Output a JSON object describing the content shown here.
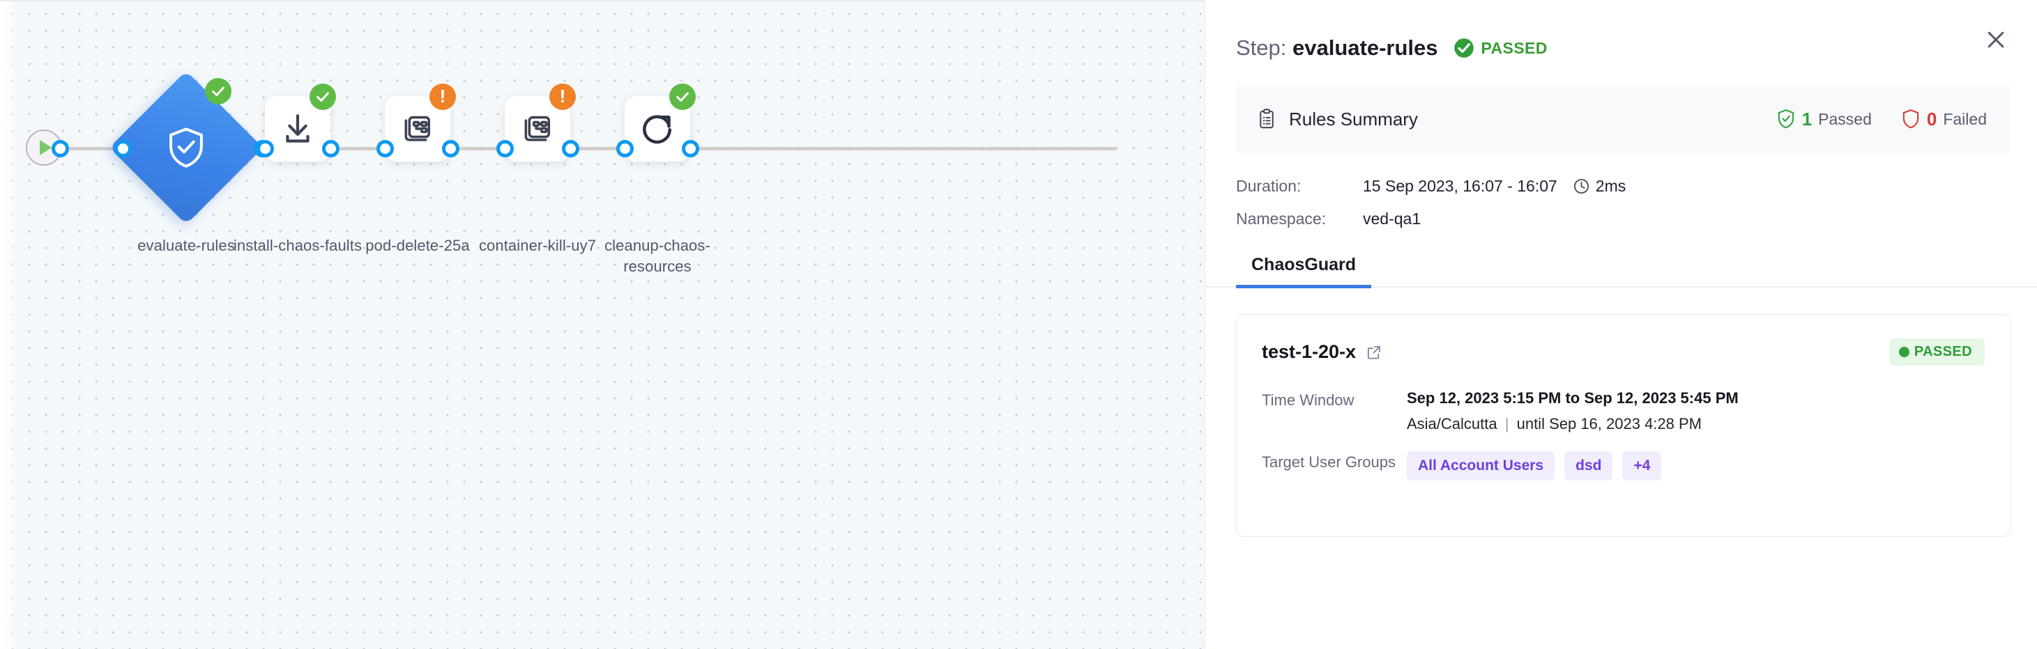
{
  "pipeline": {
    "start_node": {
      "name": "start",
      "icon": "play-icon"
    },
    "nodes": [
      {
        "label": "evaluate-rules",
        "type": "diamond",
        "icon": "shield-check-icon",
        "status": "success"
      },
      {
        "label": "install-chaos-faults",
        "type": "card",
        "icon": "download-icon",
        "status": "success"
      },
      {
        "label": "pod-delete-25a",
        "type": "card",
        "icon": "chaos-fault-icon",
        "status": "warning"
      },
      {
        "label": "container-kill-uy7",
        "type": "card",
        "icon": "chaos-fault-icon",
        "status": "warning"
      },
      {
        "label": "cleanup-chaos-resources",
        "type": "card",
        "icon": "refresh-icon",
        "status": "success"
      }
    ]
  },
  "panel": {
    "title_prefix": "Step:",
    "step_name": "evaluate-rules",
    "status_label": "PASSED",
    "status_icon": "check-circle-icon",
    "close_icon": "close-icon",
    "rules_summary": {
      "icon": "clipboard-icon",
      "label": "Rules Summary",
      "passed_count": "1",
      "passed_label": "Passed",
      "passed_icon": "shield-check-icon",
      "failed_count": "0",
      "failed_label": "Failed",
      "failed_icon": "shield-outline-icon"
    },
    "meta": {
      "duration_key": "Duration:",
      "duration_value": "15 Sep 2023, 16:07 - 16:07",
      "duration_icon": "clock-icon",
      "duration_elapsed": "2ms",
      "namespace_key": "Namespace:",
      "namespace_value": "ved-qa1"
    },
    "tabs": [
      {
        "label": "ChaosGuard",
        "active": true
      }
    ],
    "result": {
      "name": "test-1-20-x",
      "external_link_icon": "external-link-icon",
      "status_badge": "PASSED",
      "time_window_key": "Time Window",
      "time_window_value": "Sep 12, 2023 5:15 PM to Sep 12, 2023 5:45 PM",
      "timezone": "Asia/Calcutta",
      "time_window_until": "until Sep 16, 2023 4:28 PM",
      "target_groups_key": "Target User Groups",
      "target_groups": [
        "All Account Users",
        "dsd",
        "+4"
      ]
    }
  },
  "colors": {
    "accent_blue": "#3b7de0",
    "node_blue": "#3b82e8",
    "success_green": "#5fbb46",
    "warning_orange": "#ef8127",
    "fail_red": "#d93a30",
    "chip_purple": "#6c40db",
    "canvas_bg": "#f4f8fb"
  }
}
